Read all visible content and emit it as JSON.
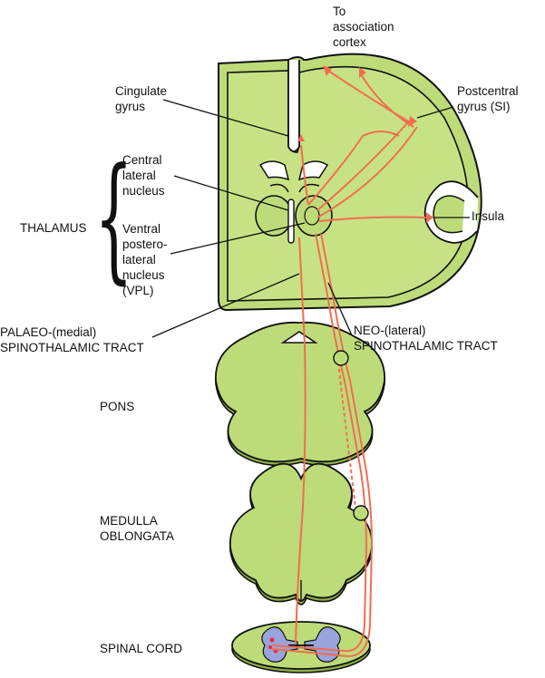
{
  "labels": {
    "to_association_cortex": "To\nassociation\ncortex",
    "cingulate_gyrus": "Cingulate\ngyrus",
    "postcentral_gyrus": "Postcentral\ngyrus (SI)",
    "central_lateral_nucleus": "Central\nlateral\nnucleus",
    "insula": "Insula",
    "thalamus": "THALAMUS",
    "vpl": "Ventral\npostero-\nlateral\nnucleus\n(VPL)",
    "palaeo_tract": "PALAEO-(medial)\nSPINOTHALAMIC TRACT",
    "neo_tract": "NEO-(lateral)\nSPINOTHALAMIC TRACT",
    "pons": "PONS",
    "medulla": "MEDULLA\nOBLONGATA",
    "spinal_cord": "SPINAL CORD"
  },
  "colors": {
    "tissue_fill": "#bddc79",
    "tissue_shadow": "#8fb347",
    "outline": "#111111",
    "pathway": "#f26d4f",
    "grey_matter": "#9aa3dc",
    "synapse": "#e8283a"
  }
}
